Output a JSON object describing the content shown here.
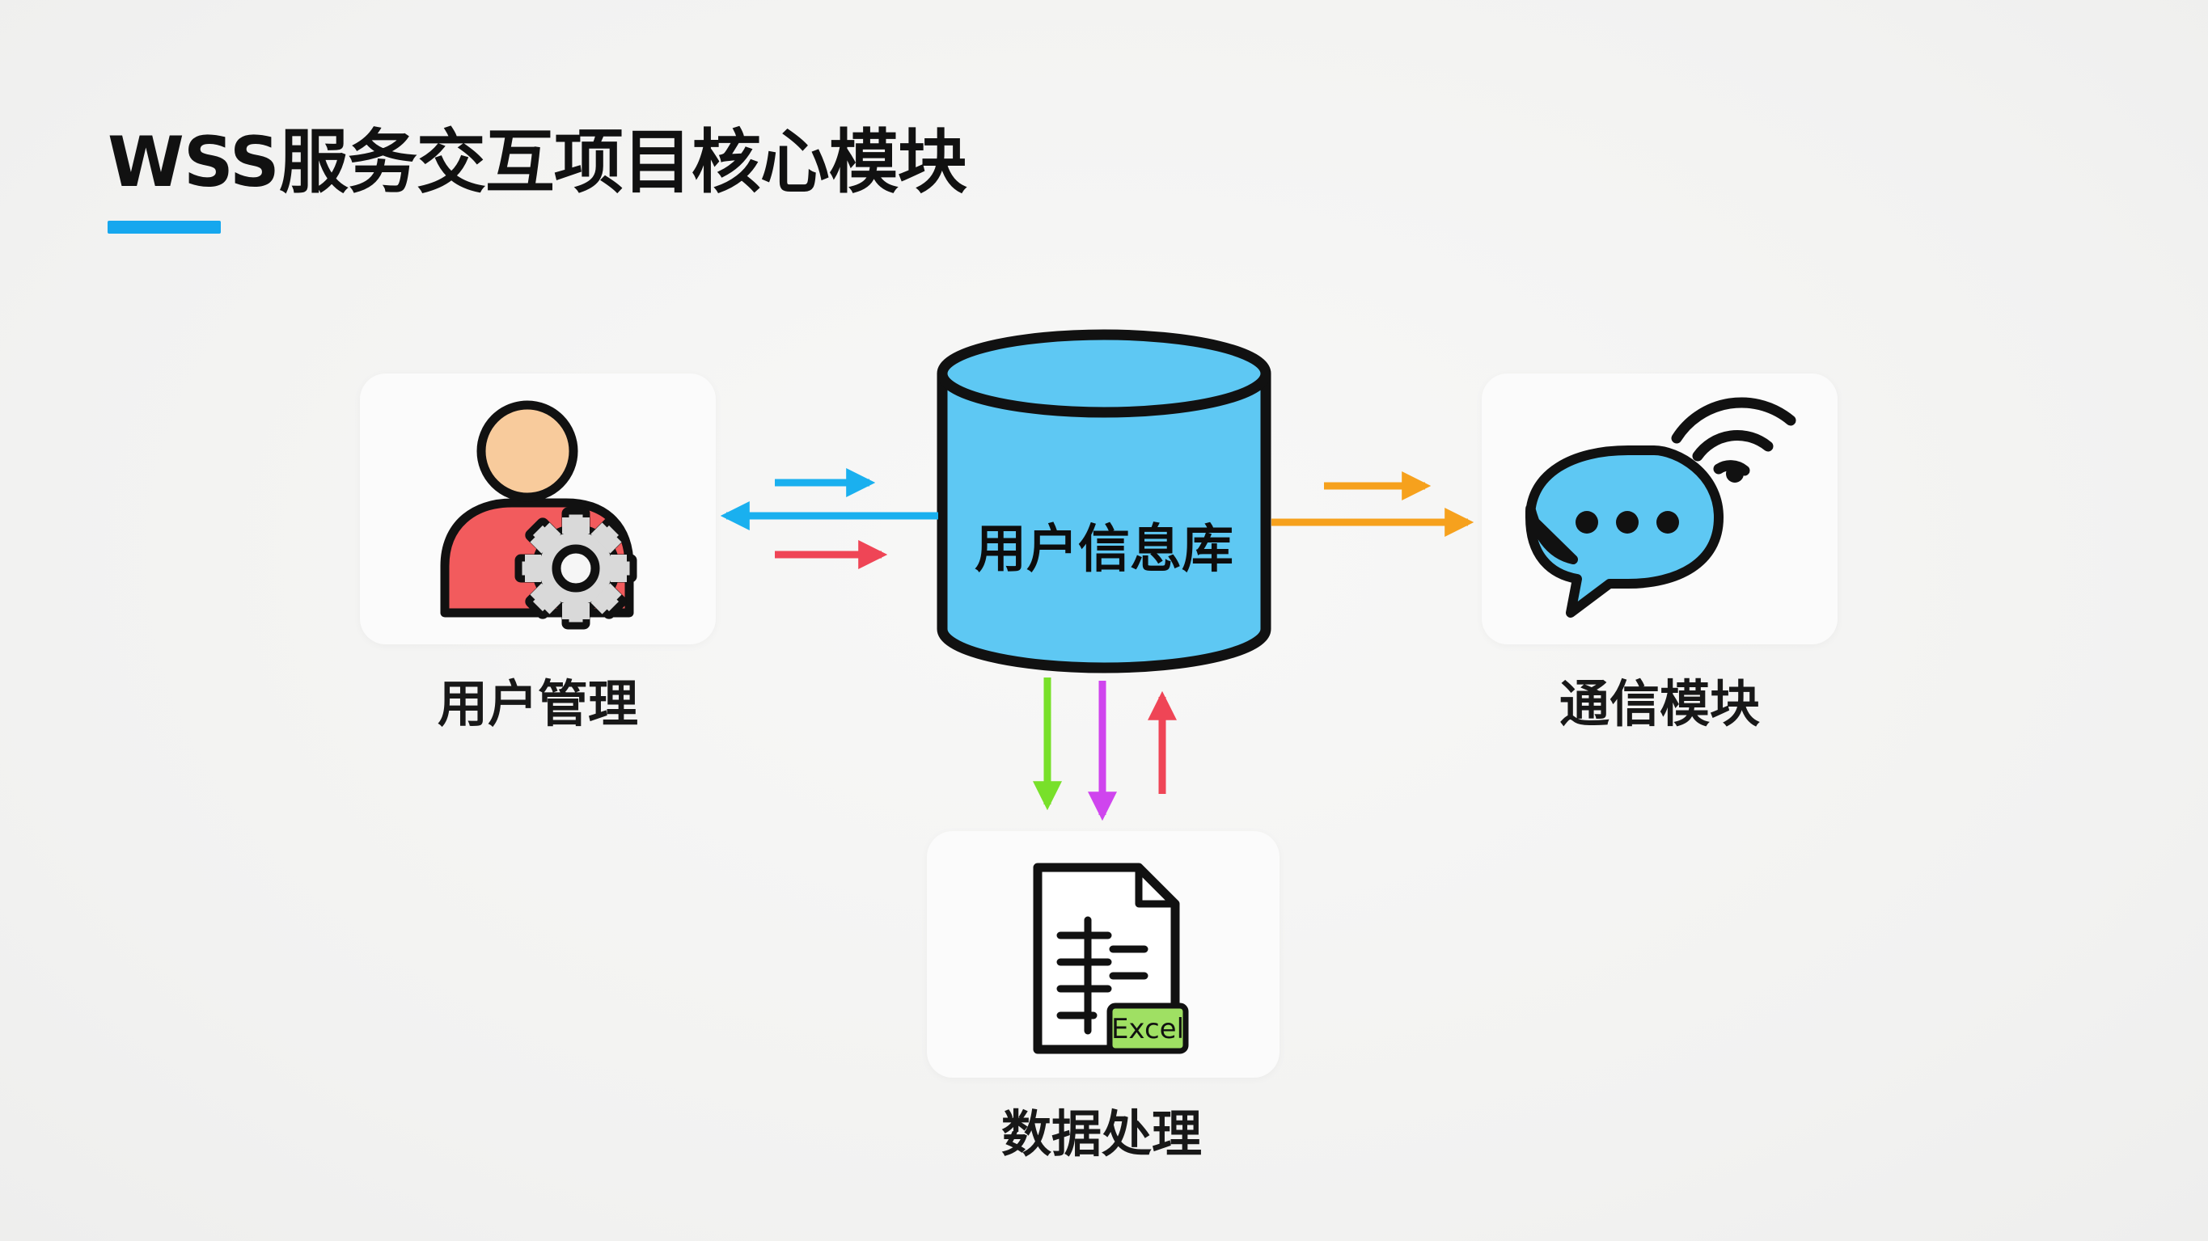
{
  "title": "WSS服务交互项目核心模块",
  "center": {
    "label": "用户信息库"
  },
  "modules": {
    "user": {
      "label": "用户管理",
      "icon": "user-gear-icon"
    },
    "comm": {
      "label": "通信模块",
      "icon": "chat-wifi-icon"
    },
    "data": {
      "label": "数据处理",
      "icon": "excel-document-icon",
      "badge": "Excel"
    }
  },
  "colors": {
    "accent": "#16a7ee",
    "database": "#5ec8f3",
    "arrow_blue": "#1ab0ef",
    "arrow_red": "#ef4556",
    "arrow_orange": "#f6a11d",
    "arrow_green": "#78e02a",
    "arrow_magenta": "#cf45ee",
    "person_head": "#f8cb9c",
    "person_body": "#f25b5d",
    "gear": "#d9d9d9",
    "chat_bubble": "#5ec8f3",
    "excel_badge": "#9fe063"
  }
}
